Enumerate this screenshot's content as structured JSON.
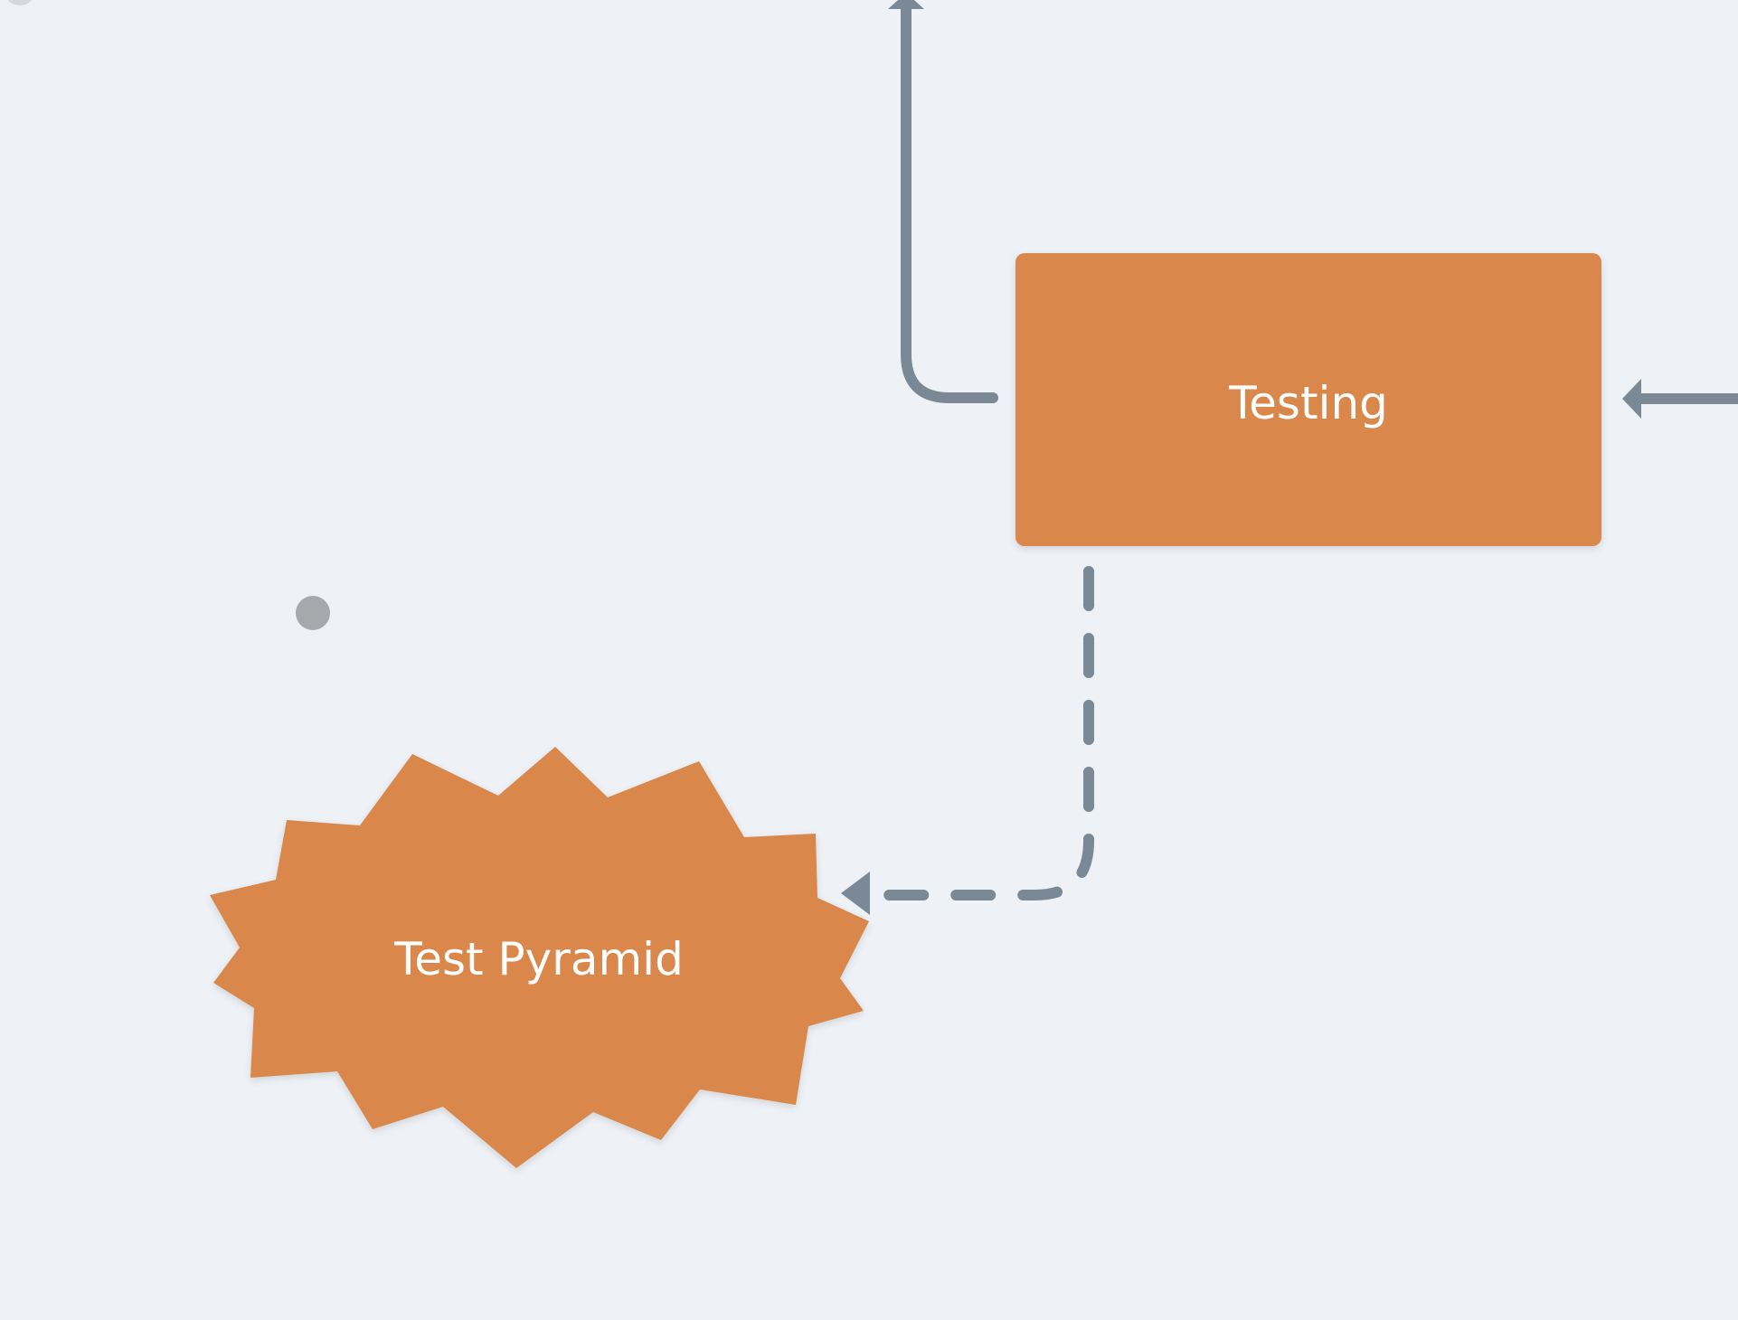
{
  "diagram": {
    "nodes": [
      {
        "id": "testing",
        "shape": "rounded-rectangle",
        "label": "Testing",
        "color": "#d9874a"
      },
      {
        "id": "test-pyramid",
        "shape": "starburst",
        "label": "Test Pyramid",
        "color": "#d9874a"
      }
    ],
    "edges": [
      {
        "from": "testing",
        "to": "offscreen-top",
        "style": "solid"
      },
      {
        "from": "offscreen-right",
        "to": "testing",
        "style": "solid"
      },
      {
        "from": "testing",
        "to": "test-pyramid",
        "style": "dashed"
      }
    ],
    "colors": {
      "background": "#eef2f6",
      "connector": "#7b8896",
      "node_fill": "#d9874a",
      "label_text": "#ffffff",
      "handle": "#a6a8ab"
    }
  }
}
